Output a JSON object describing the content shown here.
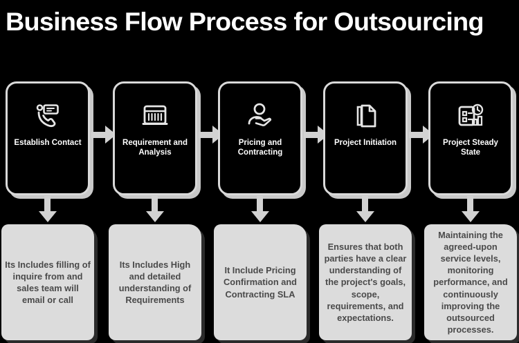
{
  "header": {
    "title": "Business Flow Process for Outsourcing",
    "title_color": "#ffffff",
    "background_color": "#000000"
  },
  "theme": {
    "accent_outline": "#d9d9d9",
    "arrow_color": "#d2d2d2",
    "card_background": "#dcdcdc",
    "card_text_color": "#4a4a4a"
  },
  "flow": {
    "steps": [
      {
        "label": "Establish Contact",
        "icon": "phone-contact-icon",
        "description": "Its Includes filling of inquire from and sales team will email or call"
      },
      {
        "label": "Requirement and Analysis",
        "icon": "checklist-document-icon",
        "description": "Its Includes High and detailed understanding of Requirements"
      },
      {
        "label": "Pricing and Contracting",
        "icon": "handshake-person-icon",
        "description": "It Include Pricing Confirmation and Contracting SLA"
      },
      {
        "label": "Project Initiation",
        "icon": "file-document-icon",
        "description": "Ensures that both parties have a clear understanding of the project's goals, scope, requirements, and expectations."
      },
      {
        "label": "Project Steady State",
        "icon": "analytics-report-icon",
        "description": "Maintaining the agreed-upon service levels, monitoring performance, and continuously improving the outsourced processes."
      }
    ],
    "connector_arrows": {
      "horizontal_count": 4,
      "vertical_count": 5,
      "direction_horizontal": "right",
      "direction_vertical": "down"
    }
  }
}
